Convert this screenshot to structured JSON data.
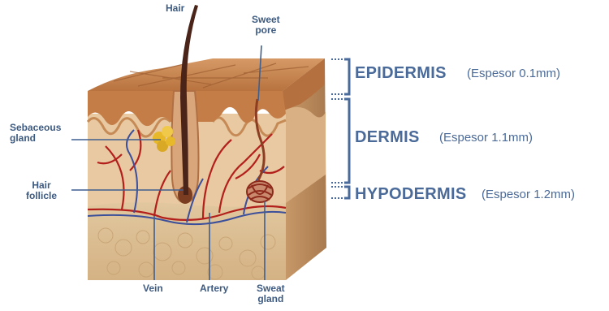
{
  "labels": {
    "hair": "Hair",
    "sweet_pore": [
      "Sweet",
      "pore"
    ],
    "sebaceous_gland": [
      "Sebaceous",
      "gland"
    ],
    "hair_follicle": [
      "Hair",
      "follicle"
    ],
    "vein": "Vein",
    "artery": "Artery",
    "sweat_gland": [
      "Sweat",
      "gland"
    ]
  },
  "layers": [
    {
      "name": "EPIDERMIS",
      "thickness": "(Espesor 0.1mm)"
    },
    {
      "name": "DERMIS",
      "thickness": "(Espesor 1.1mm)"
    },
    {
      "name": "HYPODERMIS",
      "thickness": "(Espesor 1.2mm)"
    }
  ],
  "colors": {
    "label_text": "#3d5a80",
    "bracket": "#4a6a99",
    "leader_line": "#3f5f8f",
    "epidermis": "#c07a45",
    "dermis": "#e4c29a",
    "hypodermis": "#dcc097",
    "hair": "#4a2418",
    "artery": "#b3201c",
    "vein": "#3c4f9a",
    "gland": "#e7b829"
  }
}
